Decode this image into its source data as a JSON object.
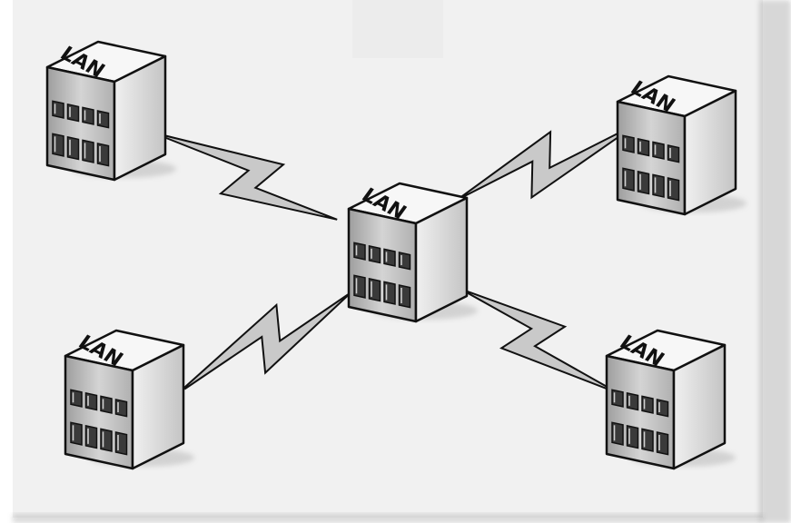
{
  "diagram": {
    "nodes": [
      {
        "id": "lan-top-left",
        "label": "LAN"
      },
      {
        "id": "lan-top-right",
        "label": "LAN"
      },
      {
        "id": "lan-center",
        "label": "LAN"
      },
      {
        "id": "lan-bottom-left",
        "label": "LAN"
      },
      {
        "id": "lan-bottom-right",
        "label": "LAN"
      }
    ],
    "links": [
      {
        "from": "lan-top-left",
        "to": "lan-center",
        "kind": "wan-lightning"
      },
      {
        "from": "lan-top-right",
        "to": "lan-center",
        "kind": "wan-lightning"
      },
      {
        "from": "lan-bottom-left",
        "to": "lan-center",
        "kind": "wan-lightning"
      },
      {
        "from": "lan-bottom-right",
        "to": "lan-center",
        "kind": "wan-lightning"
      }
    ]
  },
  "colors": {
    "background": "#f1f1f1",
    "building_top": "#f7f7f7",
    "building_front": "#bdbdbd",
    "building_side": "#e3e3e3",
    "window": "#3a3a3a",
    "outline": "#111111",
    "link_fill": "#c9c9c9"
  }
}
